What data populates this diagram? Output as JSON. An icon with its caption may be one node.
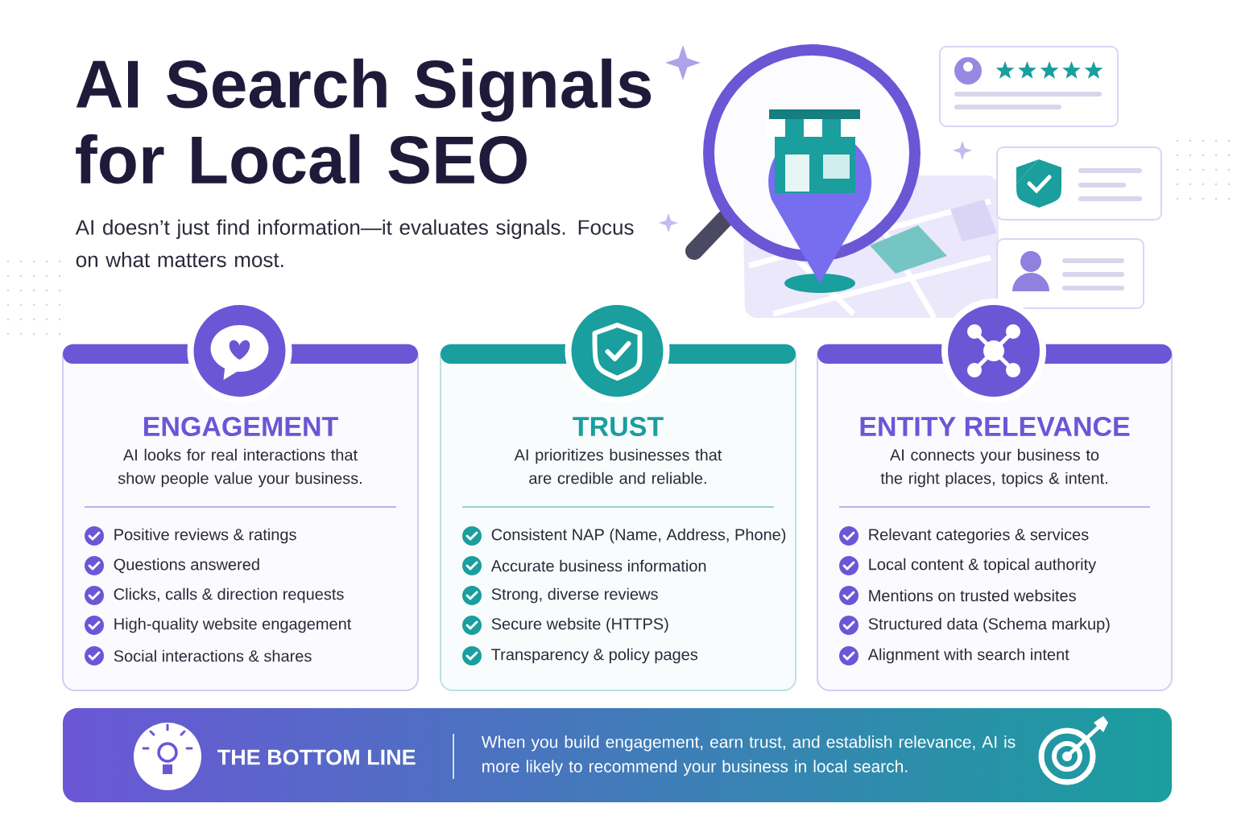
{
  "diagram": {
    "title": "AI Search Signals for Local SEO",
    "nodes": [
      {
        "text": [
          "ENGAGEMENT",
          "AI looks for real interactions that show people value your business.",
          "Positive reviews & ratings",
          "Questions answered",
          "Clicks, calls & direction requests",
          "High-quality website engagement",
          "Social interactions & shares"
        ]
      },
      {
        "text": [
          "TRUST",
          "AI prioritizes businesses that are credible and reliable.",
          "Consistent NAP (Name, Address, Phone)",
          "Accurate business information",
          "Strong, diverse reviews",
          "Secure website (HTTPS)",
          "Transparency & policy pages"
        ]
      },
      {
        "text": [
          "ENTITY RELEVANCE",
          "AI connects your business to the right places, topics & intent.",
          "Relevant categories & services",
          "Local content & topical authority",
          "Mentions on trusted websites",
          "Structured data (Schema markup)",
          "Alignment with search intent"
        ]
      },
      {
        "text": [
          "THE BOTTOM LINE",
          "When you build engagement, earn trust, and establish relevance, AI is more likely to recommend your business in local search."
        ]
      }
    ],
    "labels": [
      "AI doesn’t just find information—it evaluates signals. Focus on what matters most."
    ]
  }
}
